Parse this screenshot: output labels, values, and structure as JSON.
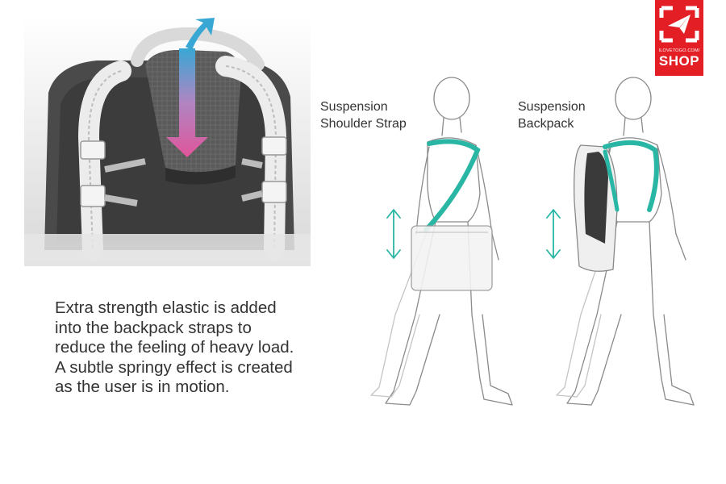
{
  "description": {
    "lines": [
      "Extra strength elastic is added",
      "into the backpack straps to",
      "reduce the feeling of heavy load.",
      "A subtle springy effect is created",
      "as the user is in motion."
    ]
  },
  "figures": {
    "shoulder_strap": {
      "line1": "Suspension",
      "line2": "Shoulder Strap"
    },
    "backpack": {
      "line1": "Suspension",
      "line2": "Backpack"
    }
  },
  "logo": {
    "url": "ILOVETOGO.COM/",
    "word": "SHOP"
  },
  "colors": {
    "accent_teal": "#29b6a4",
    "arrow_pink": "#e0559a",
    "arrow_blue": "#39a7d4",
    "logo_red": "#e31e24"
  }
}
